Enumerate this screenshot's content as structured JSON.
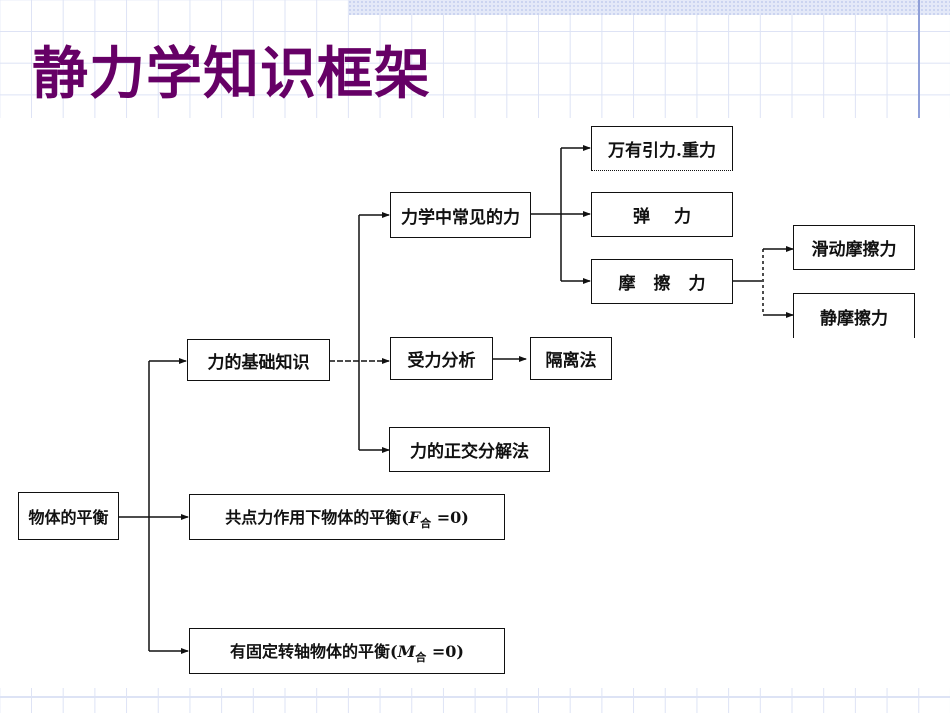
{
  "slide": {
    "title": "静力学知识框架",
    "title_color": "#660066",
    "grid_color": "#dde3f5"
  },
  "diagram": {
    "root": "物体的平衡",
    "level1": {
      "basics": "力的基础知识",
      "concurrent_prefix": "共点力作用下物体的平衡(",
      "concurrent_var": "F",
      "concurrent_sub": "合",
      "concurrent_suffix": " =0)",
      "fixed_axis_prefix": "有固定转轴物体的平衡(",
      "fixed_axis_var": "M",
      "fixed_axis_sub": "合",
      "fixed_axis_suffix": " =0)"
    },
    "level2": {
      "common_forces": "力学中常见的力",
      "force_analysis": "受力分析",
      "orthogonal": "力的正交分解法"
    },
    "level3": {
      "gravity": "万有引力.重力",
      "elastic": "弹力",
      "friction": "摩擦力",
      "isolation": "隔离法"
    },
    "level4": {
      "sliding": "滑动摩擦力",
      "static": "静摩擦力"
    }
  }
}
